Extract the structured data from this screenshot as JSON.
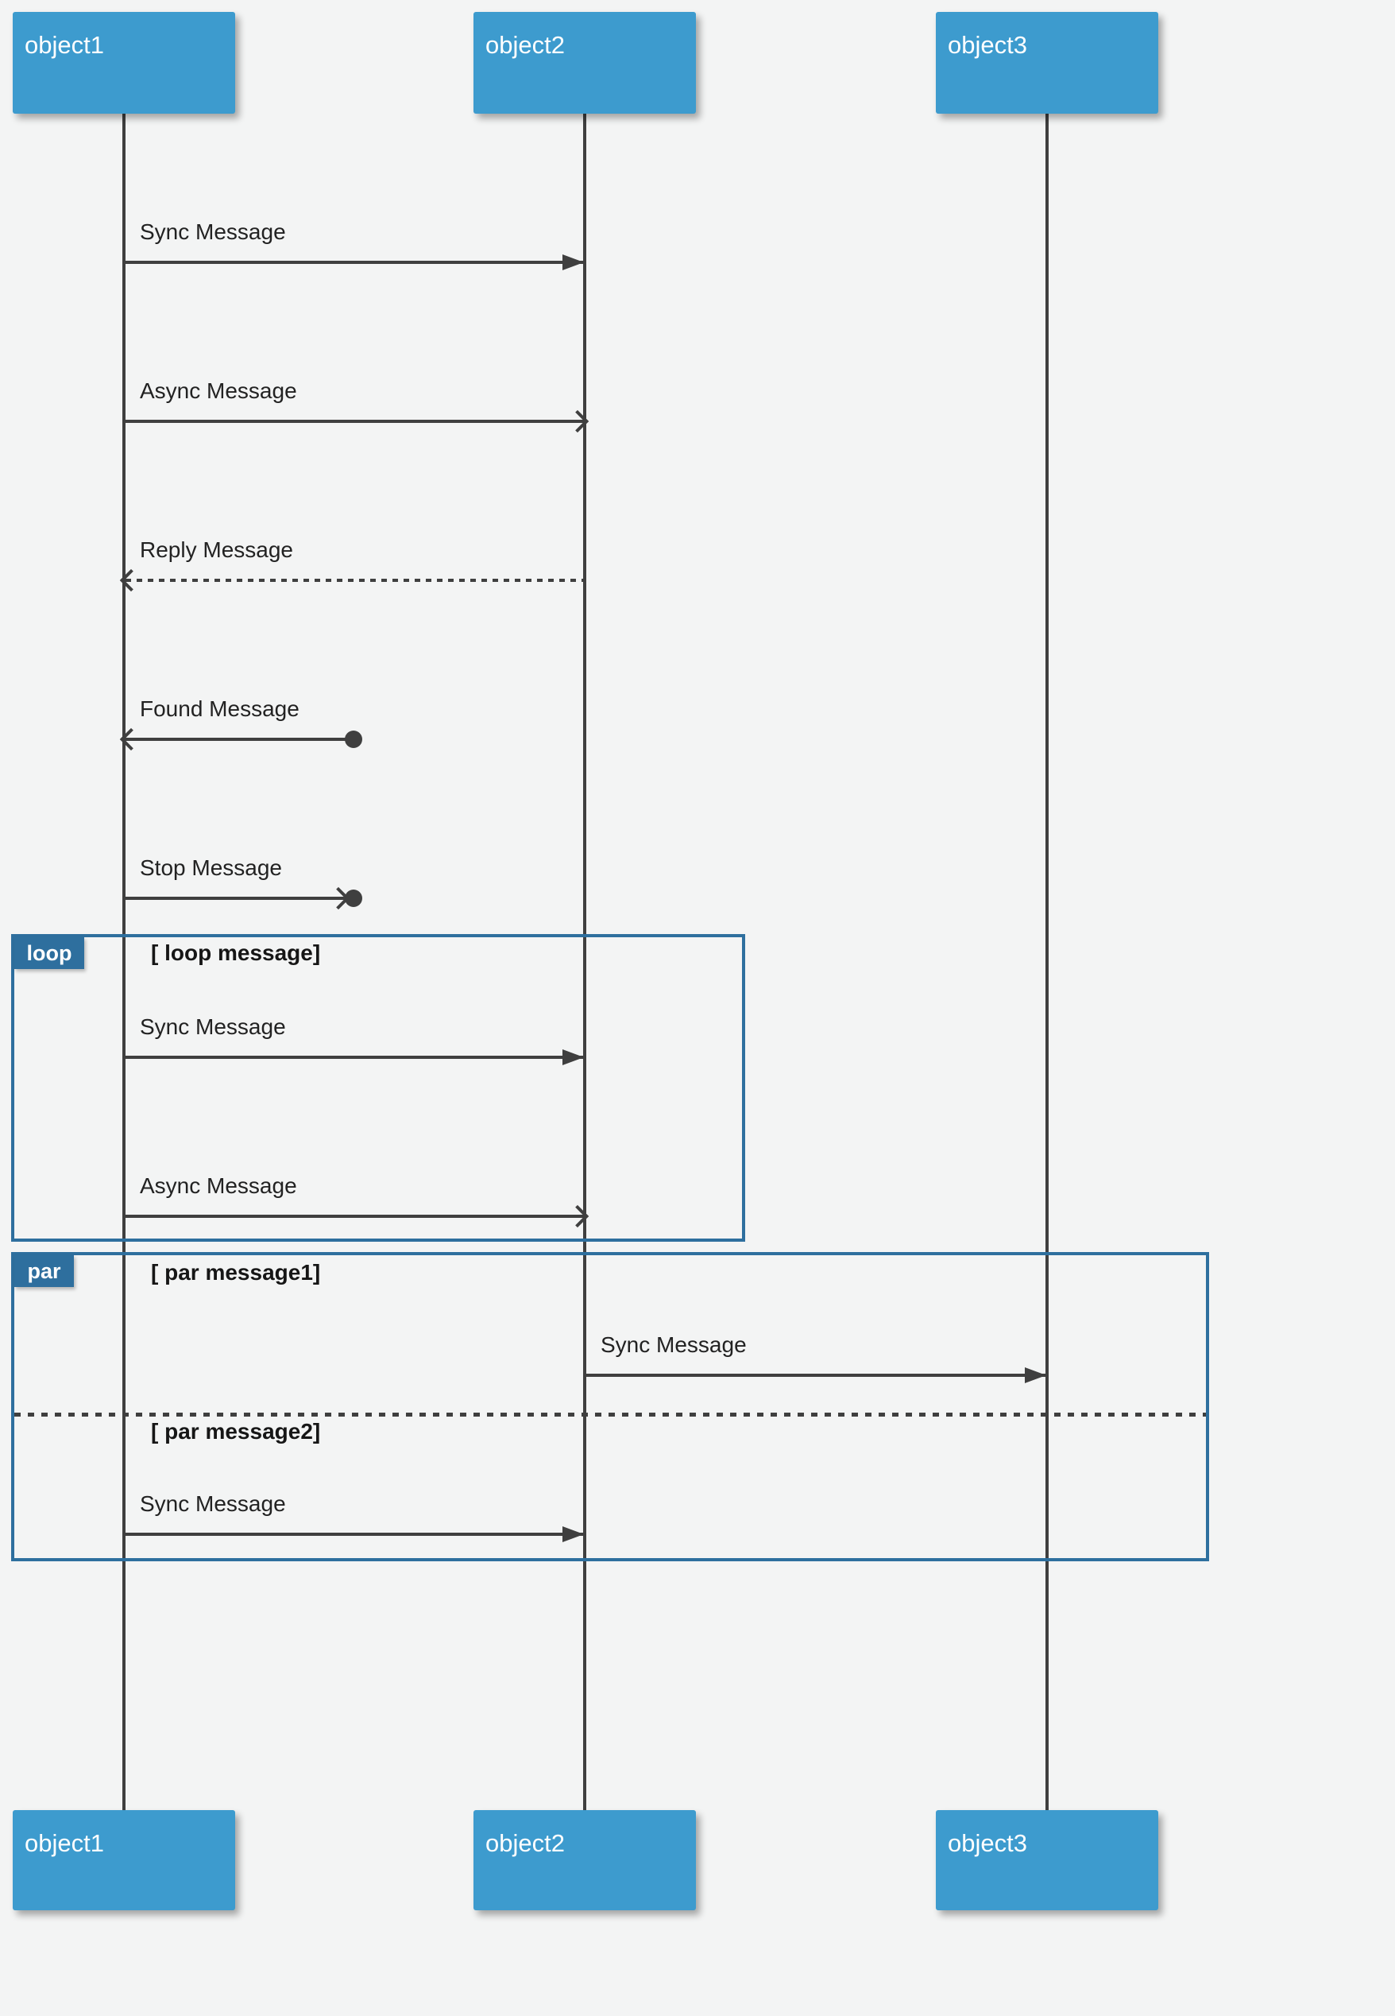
{
  "diagram": {
    "type": "uml-sequence-diagram"
  },
  "colors": {
    "background": "#f3f4f4",
    "actor_fill": "#3d9bce",
    "actor_text": "#ffffff",
    "fragment_border": "#2e6f9e",
    "fragment_label_fill": "#2e6f9e",
    "line": "#3f3f3f",
    "message_text": "#222222"
  },
  "actors": [
    {
      "label": "object1"
    },
    {
      "label": "object2"
    },
    {
      "label": "object3"
    }
  ],
  "messages": [
    {
      "label": "Sync Message",
      "from": "object1",
      "to": "object2",
      "kind": "sync"
    },
    {
      "label": "Async Message",
      "from": "object1",
      "to": "object2",
      "kind": "async"
    },
    {
      "label": "Reply Message",
      "from": "object2",
      "to": "object1",
      "kind": "reply"
    },
    {
      "label": "Found Message",
      "from": "found-point",
      "to": "object1",
      "kind": "found"
    },
    {
      "label": "Stop Message",
      "from": "object1",
      "to": "stop-point",
      "kind": "stop"
    },
    {
      "label": "Sync Message",
      "from": "object1",
      "to": "object2",
      "kind": "sync",
      "fragment": "loop"
    },
    {
      "label": "Async Message",
      "from": "object1",
      "to": "object2",
      "kind": "async",
      "fragment": "loop"
    },
    {
      "label": "Sync Message",
      "from": "object2",
      "to": "object3",
      "kind": "sync",
      "fragment": "par",
      "operand": 1
    },
    {
      "label": "Sync Message",
      "from": "object1",
      "to": "object2",
      "kind": "sync",
      "fragment": "par",
      "operand": 2
    }
  ],
  "fragments": {
    "loop": {
      "operator": "loop",
      "guard": "[ loop message]"
    },
    "par": {
      "operator": "par",
      "operands": [
        {
          "guard": "[ par message1]"
        },
        {
          "guard": "[ par message2]"
        }
      ]
    }
  }
}
